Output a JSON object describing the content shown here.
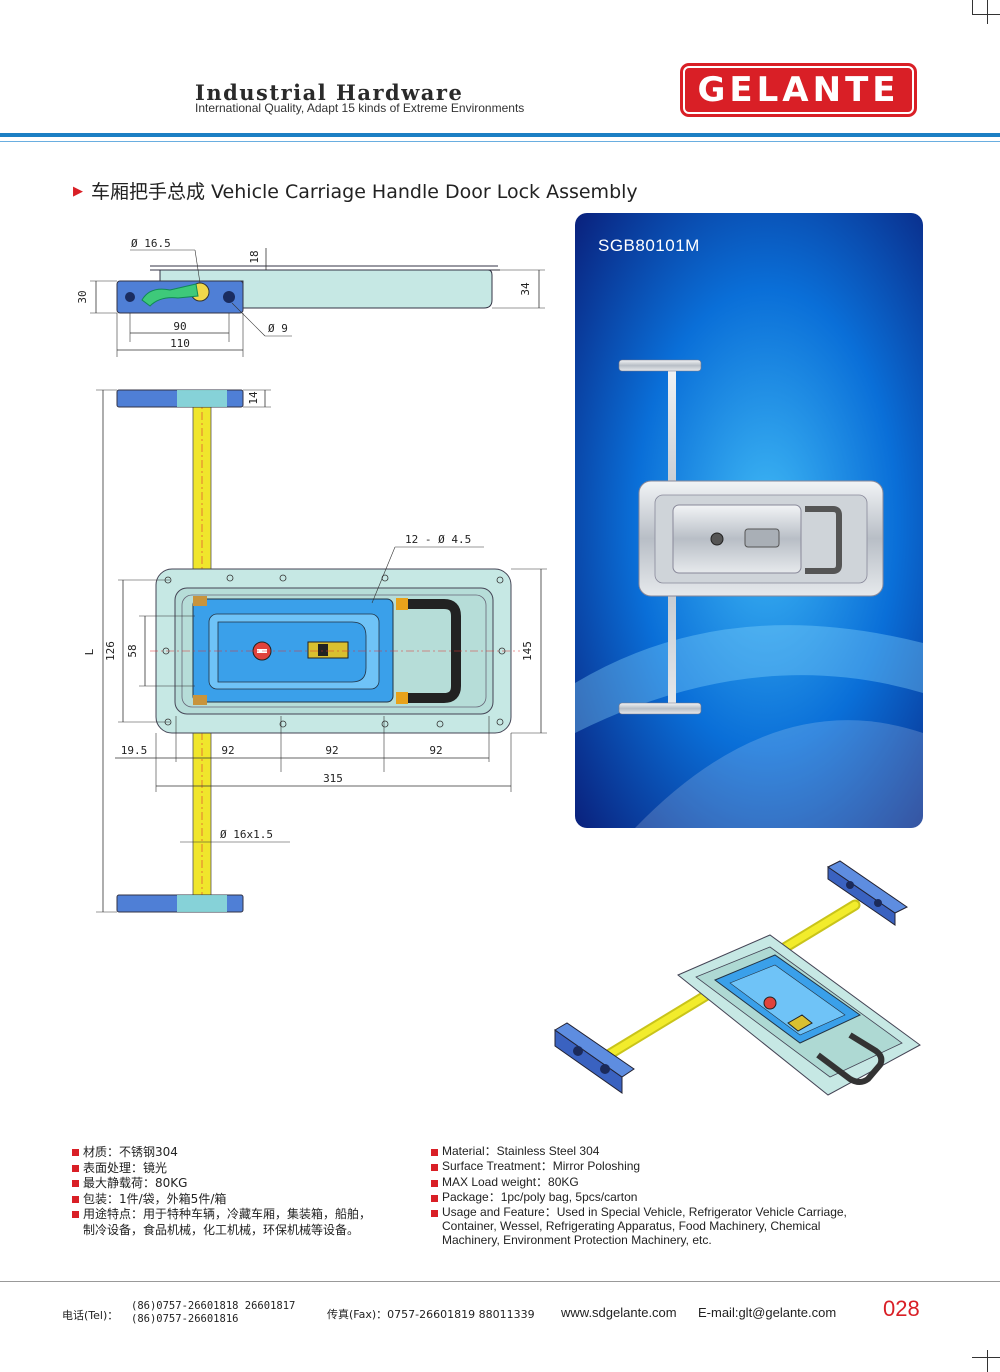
{
  "header": {
    "title": "Industrial Hardware",
    "subtitle": "International Quality, Adapt 15 kinds of Extreme Environments",
    "logo_text": "GELANTE"
  },
  "section": {
    "title": "车厢把手总成 Vehicle Carriage Handle Door Lock Assembly"
  },
  "photo": {
    "model": "SGB80101M"
  },
  "drawing": {
    "side": {
      "d_hole": "Ø 16.5",
      "h18": "18",
      "h30": "30",
      "h34": "34",
      "w90": "90",
      "w110": "110",
      "d9": "Ø 9"
    },
    "top": {
      "h14": "14",
      "holes": "12 - Ø 4.5",
      "length": "L",
      "h126": "126",
      "h58": "58",
      "h145": "145",
      "w19_5": "19.5",
      "w92a": "92",
      "w92b": "92",
      "w92c": "92",
      "w315": "315",
      "rod": "Ø 16x1.5"
    }
  },
  "specs_cn": [
    "材质：不锈钢304",
    "表面处理：镜光",
    "最大静载荷：80KG",
    "包装：1件/袋，外箱5件/箱",
    "用途特点：用于特种车辆，冷藏车厢，集装箱，船舶，",
    "制冷设备，食品机械，化工机械，环保机械等设备。"
  ],
  "specs_en": [
    "Material：Stainless Steel 304",
    "Surface Treatment：Mirror Poloshing",
    "MAX Load weight：80KG",
    "Package：1pc/poly bag,  5pcs/carton",
    "Usage and Feature：Used in Special Vehicle, Refrigerator Vehicle Carriage,",
    "Container, Wessel, Refrigerating Apparatus, Food Machinery, Chemical",
    "Machinery, Environment Protection Machinery, etc."
  ],
  "footer": {
    "tel_label": "电话(Tel)：",
    "tel1": "(86)0757-26601818  26601817",
    "tel2": "(86)0757-26601816",
    "fax": "传真(Fax)：0757-26601819 88011339",
    "web": "www.sdgelante.com",
    "email": "E-mail:glt@gelante.com",
    "page": "028"
  },
  "colors": {
    "brand_red": "#d91f26",
    "rule_blue": "#1c7fc4"
  }
}
